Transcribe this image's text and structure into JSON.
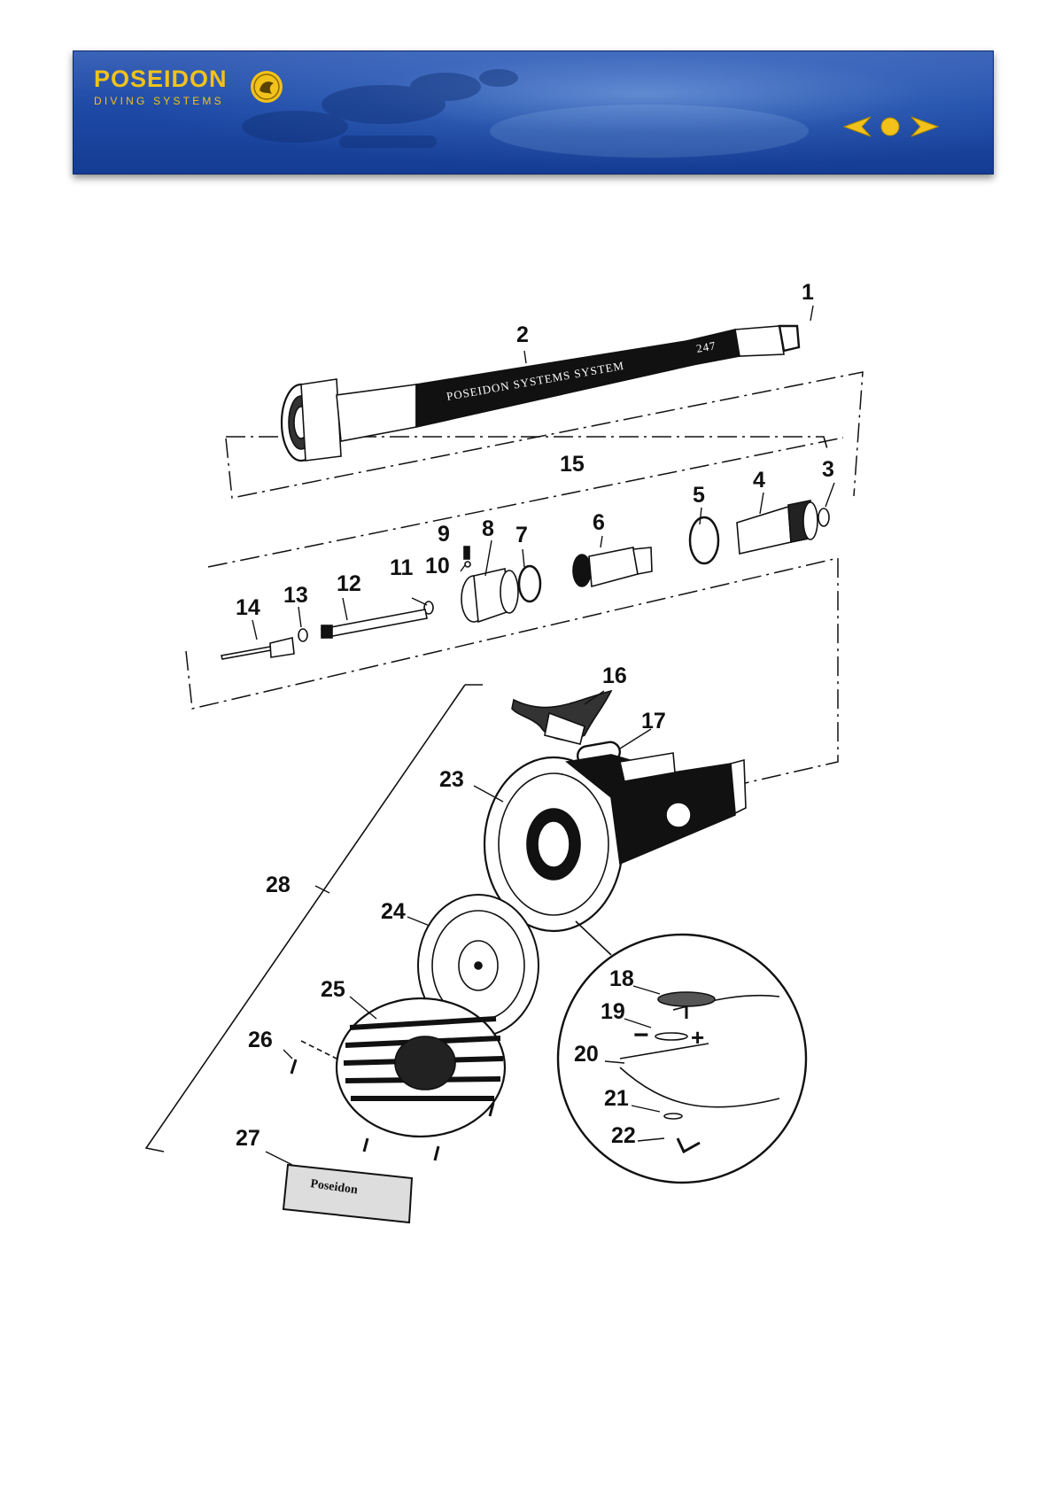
{
  "header": {
    "brand": "POSEIDON",
    "tagline": "DIVING SYSTEMS"
  },
  "colors": {
    "banner": "#1e4aa6",
    "brand_yellow": "#f2c21a"
  },
  "icons": {
    "previous": "arrow-left-icon",
    "home": "circle-dot-icon",
    "next": "arrow-right-icon"
  },
  "diagram": {
    "hose_print": "POSEIDON SYSTEMS SYSTEM",
    "hose_number": "247",
    "faceplate_print": "Poseidon",
    "minus": "−",
    "plus": "+",
    "callouts": [
      "1",
      "2",
      "3",
      "4",
      "5",
      "6",
      "7",
      "8",
      "9",
      "10",
      "11",
      "12",
      "13",
      "14",
      "15",
      "16",
      "17",
      "18",
      "19",
      "20",
      "21",
      "22",
      "23",
      "24",
      "25",
      "26",
      "27",
      "28"
    ]
  }
}
